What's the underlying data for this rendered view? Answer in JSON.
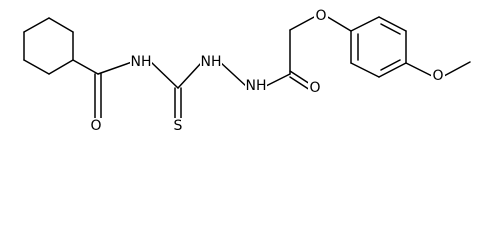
{
  "atoms": {
    "carbonyl_o1": "O",
    "amide_nh": "NH",
    "thione_s": "S",
    "hydrazine_nh_1": "NH",
    "hydrazine_nh_2": "NH",
    "carbonyl_o2": "O",
    "ether_o": "O",
    "methoxy_o": "O"
  },
  "colors": {
    "bond": "#000000",
    "label": "#000000",
    "background": "#ffffff"
  }
}
